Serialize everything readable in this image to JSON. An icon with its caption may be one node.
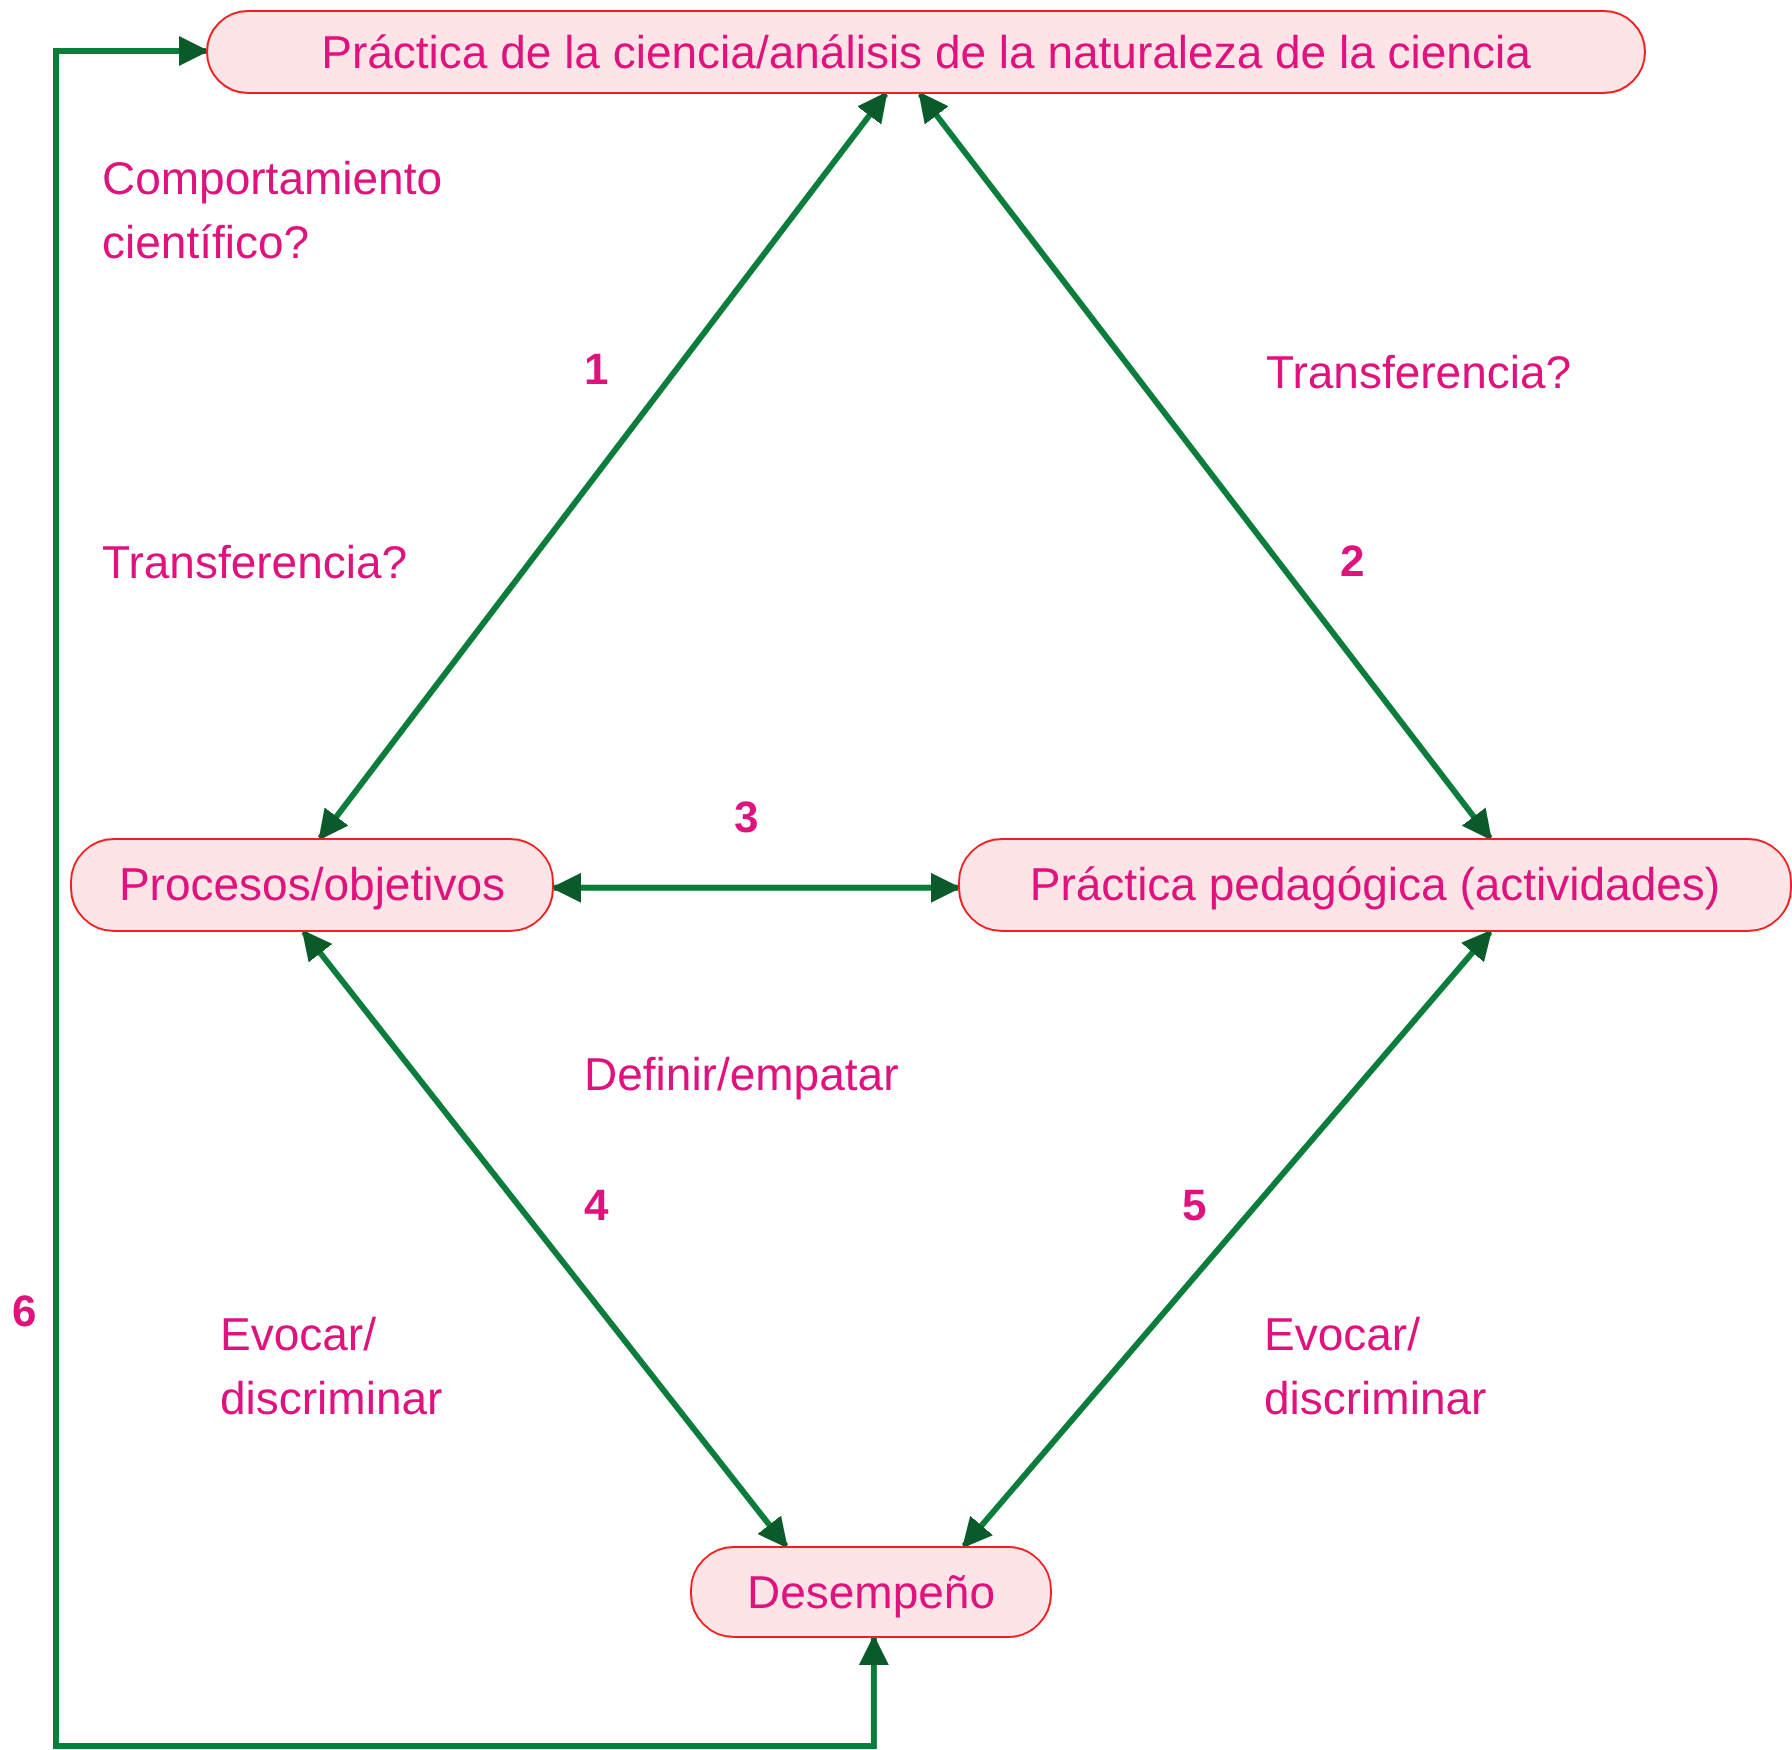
{
  "diagram": {
    "nodes": [
      {
        "text": [
          "Práctica de la ciencia/análisis de la naturaleza de la ciencia"
        ]
      },
      {
        "text": [
          "Procesos/objetivos"
        ]
      },
      {
        "text": [
          "Práctica pedagógica (actividades)"
        ]
      },
      {
        "text": [
          "Desempeño"
        ]
      }
    ],
    "edges": [
      {
        "from": 0,
        "to": 1,
        "arrow": "both",
        "label": "1"
      },
      {
        "from": 0,
        "to": 2,
        "arrow": "both",
        "label": "2"
      },
      {
        "from": 1,
        "to": 2,
        "arrow": "both",
        "label": "3"
      },
      {
        "from": 1,
        "to": 3,
        "arrow": "both",
        "label": "4"
      },
      {
        "from": 2,
        "to": 3,
        "arrow": "both",
        "label": "5"
      },
      {
        "from": 3,
        "to": 0,
        "arrow": "both",
        "label": "6"
      }
    ],
    "labels": [
      "Comportamiento científico?",
      "Transferencia?",
      "Transferencia?",
      "Definir/empatar",
      "Evocar/ discriminar",
      "Evocar/ discriminar"
    ]
  }
}
